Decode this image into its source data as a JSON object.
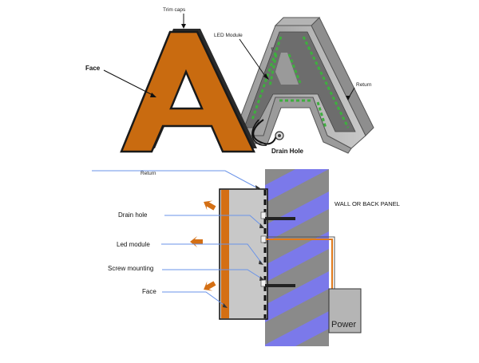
{
  "top_diagram": {
    "label_trim_caps": "Trim caps",
    "label_face": "Face",
    "label_led_module": "LED Module",
    "label_return": "Return",
    "label_drain_hole": "Drain Hole",
    "letter_face_color": "#c96b10",
    "led_color": "#3fae3f"
  },
  "bottom_diagram": {
    "label_return": "Return",
    "label_drain_hole": "Drain hole",
    "label_led_module": "Led module",
    "label_screw_mounting": "Screw mounting",
    "label_face": "Face",
    "label_wall": "WALL OR BACK PANEL",
    "label_power": "Power",
    "wall_stripe_color": "#7b79ea",
    "face_strip_color": "#d46f14",
    "leader_color": "#6a93e8"
  }
}
